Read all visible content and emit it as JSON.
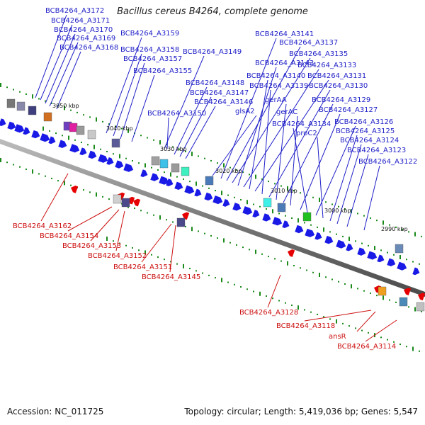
{
  "title": "Bacillus cereus B4264, complete genome",
  "footer": {
    "accession": "Accession: NC_011725",
    "topology": "Topology: circular; Length: 5,419,036 bp; Genes: 5,547"
  },
  "colors": {
    "forward_gene": "#1a1ae6",
    "reverse_gene": "#e60000",
    "forward_label": "#1f1fc8",
    "reverse_label": "#cc1010",
    "backbone": "#8a8a8a",
    "tick_green": "#1a8a1a"
  },
  "axis_labels": [
    {
      "text": "3050 kbp"
    },
    {
      "text": "3040 kbp"
    },
    {
      "text": "3030 kbp"
    },
    {
      "text": "3020 kbp"
    },
    {
      "text": "3010 kbp"
    },
    {
      "text": "3000 kbp"
    },
    {
      "text": "2990 kbp"
    }
  ],
  "forward_labels": [
    "BCB4264_A3172",
    "BCB4264_A3171",
    "BCB4264_A3170",
    "BCB4264_A3169",
    "BCB4264_A3168",
    "BCB4264_A3159",
    "BCB4264_A3158",
    "BCB4264_A3157",
    "BCB4264_A3155",
    "BCB4264_A3149",
    "BCB4264_A3148",
    "BCB4264_A3147",
    "BCB4264_A3146",
    "BCB4264_A3150",
    "glsA2",
    "BCB4264_A3141",
    "BCB4264_A3137",
    "BCB4264_A3135",
    "BCB4264_A3143",
    "BCB4264_A3133",
    "BCB4264_A3140",
    "BCB4264_A3131",
    "BCB4264_A3139",
    "BCB4264_A3130",
    "gerAA",
    "BCB4264_A3129",
    "gerAC",
    "BCB4264_A3127",
    "BCB4264_A3134",
    "BCB4264_A3126",
    "proC2",
    "BCB4264_A3125",
    "BCB4264_A3124",
    "BCB4264_A3123",
    "BCB4264_A3122"
  ],
  "reverse_labels": [
    "BCB4264_A3162",
    "BCB4264_A3154",
    "BCB4264_A3153",
    "BCB4264_A3152",
    "BCB4264_A3151",
    "BCB4264_A3145",
    "BCB4264_A3128",
    "BCB4264_A3118",
    "ansR",
    "BCB4264_A3114"
  ]
}
